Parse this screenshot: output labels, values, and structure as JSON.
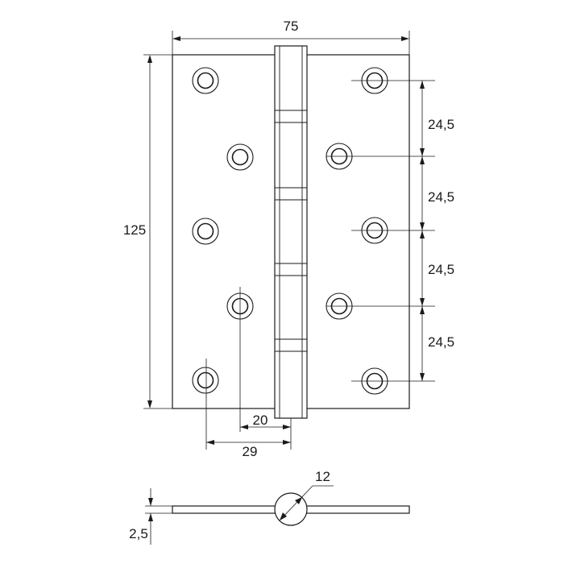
{
  "dimensions": {
    "width": "75",
    "height": "125",
    "spacing_1": "24,5",
    "spacing_2": "24,5",
    "spacing_3": "24,5",
    "spacing_4": "24,5",
    "offset_inner": "20",
    "offset_outer": "29",
    "knuckle_diameter": "12",
    "thickness": "2,5"
  },
  "colors": {
    "line": "#1a1a1a",
    "background": "#ffffff"
  }
}
